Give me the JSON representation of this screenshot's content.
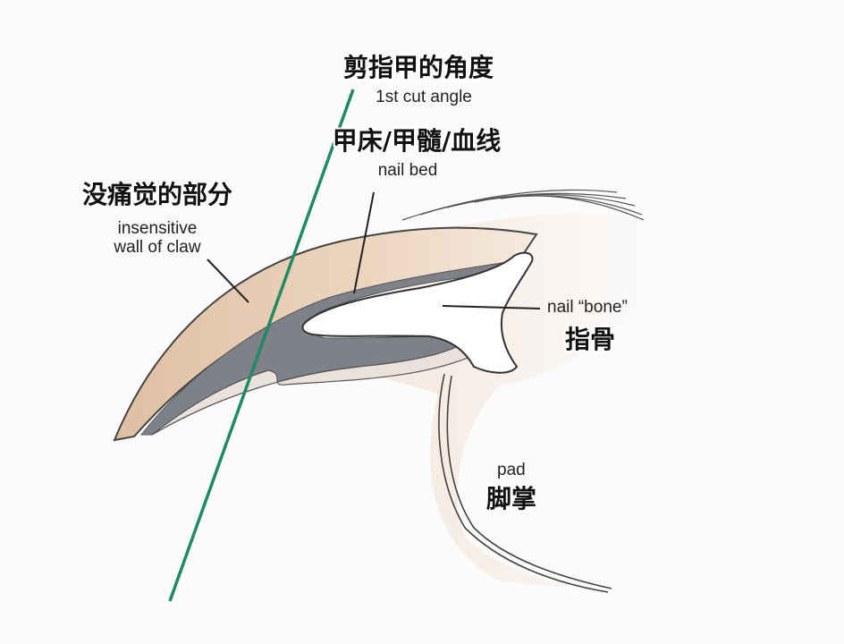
{
  "cut_angle": {
    "zh": "剪指甲的角度",
    "en": "1st cut angle"
  },
  "nail_bed": {
    "zh": "甲床/甲髓/血线",
    "en": "nail bed"
  },
  "insensitive_wall": {
    "zh": "没痛觉的部分",
    "en_line1": "insensitive",
    "en_line2": "wall of claw"
  },
  "nail_bone": {
    "en": "nail “bone”",
    "zh": "指骨"
  },
  "pad": {
    "en": "pad",
    "zh": "脚掌"
  },
  "colors": {
    "claw": "#e8cdb3",
    "quick": "#7e8288",
    "cut_line": "#1f8a63",
    "outline": "#444444"
  }
}
